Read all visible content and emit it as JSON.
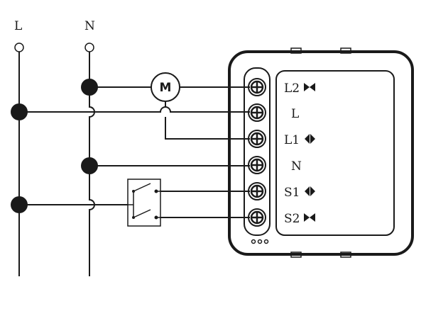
{
  "supply": {
    "line_label": "L",
    "neutral_label": "N"
  },
  "motor": {
    "label": "M"
  },
  "terminals": [
    {
      "label": "L2",
      "marker": "bowtie"
    },
    {
      "label": "L",
      "marker": "none"
    },
    {
      "label": "L1",
      "marker": "diamond"
    },
    {
      "label": "N",
      "marker": "none"
    },
    {
      "label": "S1",
      "marker": "diamond"
    },
    {
      "label": "S2",
      "marker": "bowtie"
    }
  ],
  "colors": {
    "ink": "#1a1a1a",
    "background": "#ffffff"
  }
}
